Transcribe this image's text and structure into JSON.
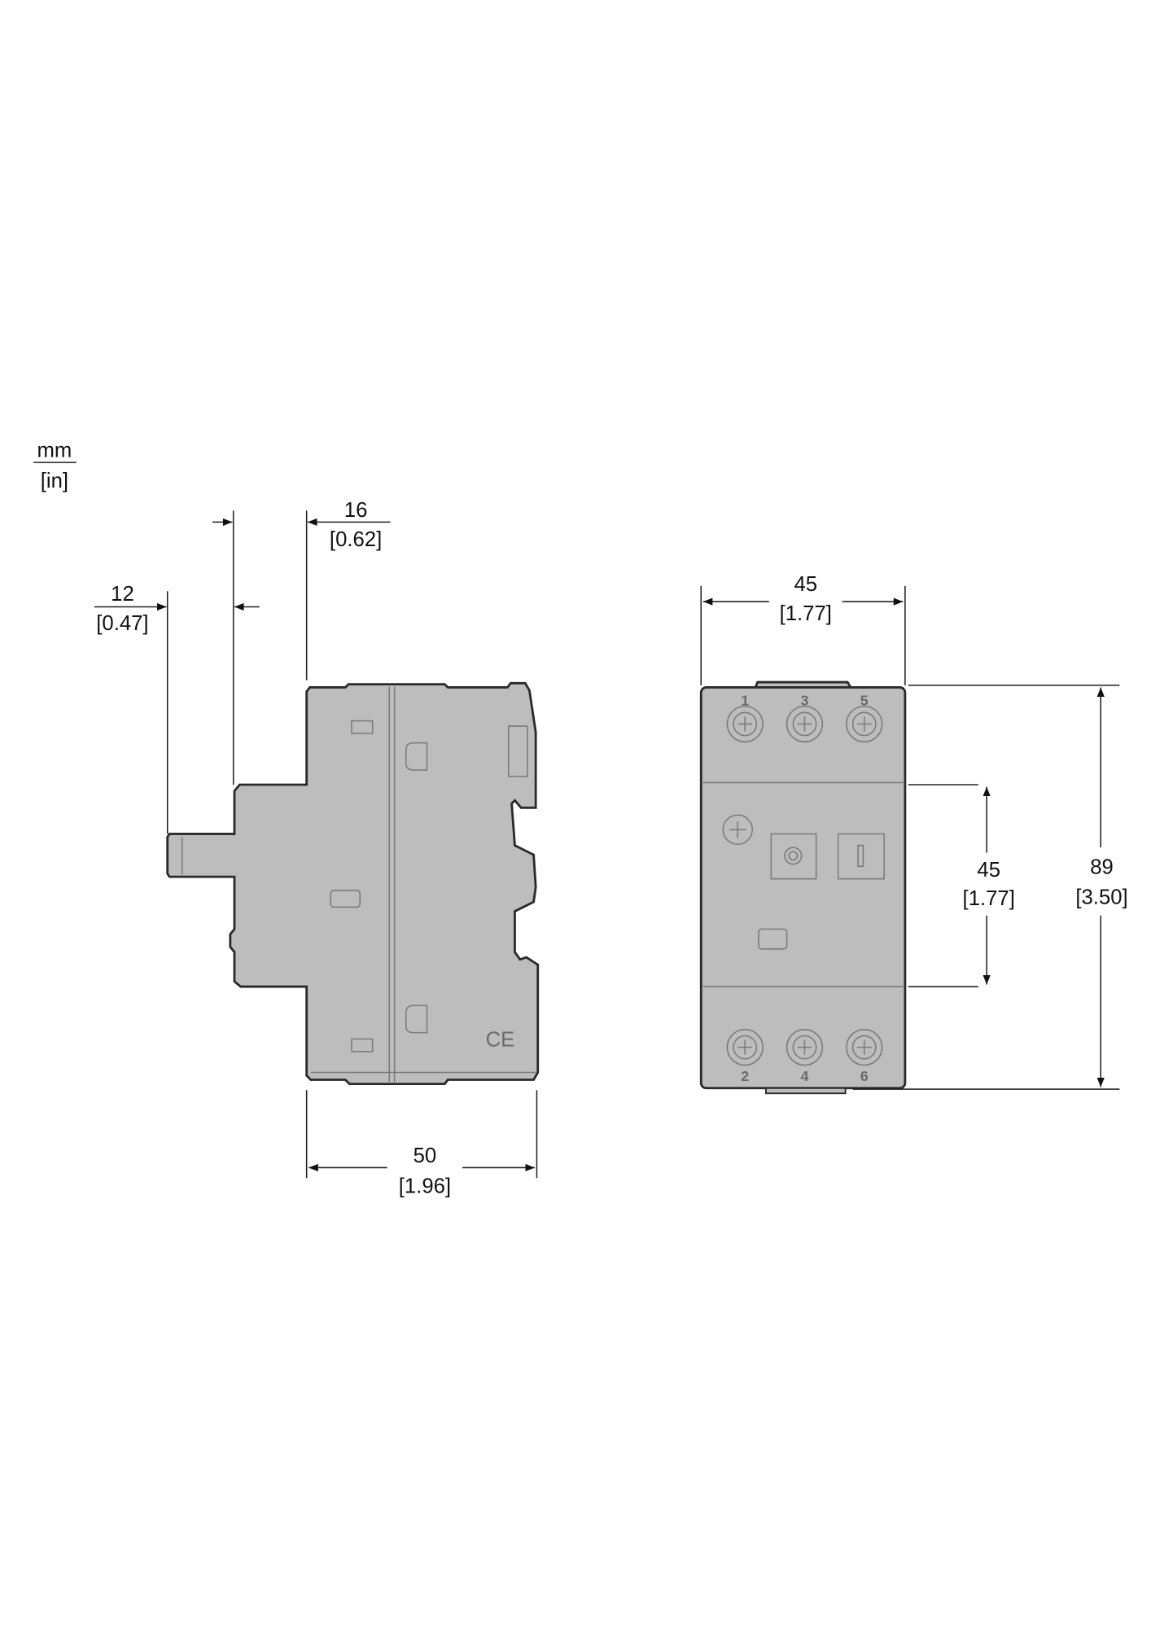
{
  "units": {
    "primary": "mm",
    "secondary": "[in]"
  },
  "side_view": {
    "dim_16": {
      "mm": "16",
      "in": "[0.62]"
    },
    "dim_12": {
      "mm": "12",
      "in": "[0.47]"
    },
    "dim_50": {
      "mm": "50",
      "in": "[1.96]"
    },
    "mark": "CE"
  },
  "front_view": {
    "dim_width_45": {
      "mm": "45",
      "in": "[1.77]"
    },
    "dim_height_45": {
      "mm": "45",
      "in": "[1.77]"
    },
    "dim_89": {
      "mm": "89",
      "in": "[3.50]"
    },
    "top_terminals": [
      "1",
      "3",
      "5"
    ],
    "bottom_terminals": [
      "2",
      "4",
      "6"
    ]
  },
  "colors": {
    "body": "#bdbdbe",
    "outline": "#2a2a2a"
  }
}
